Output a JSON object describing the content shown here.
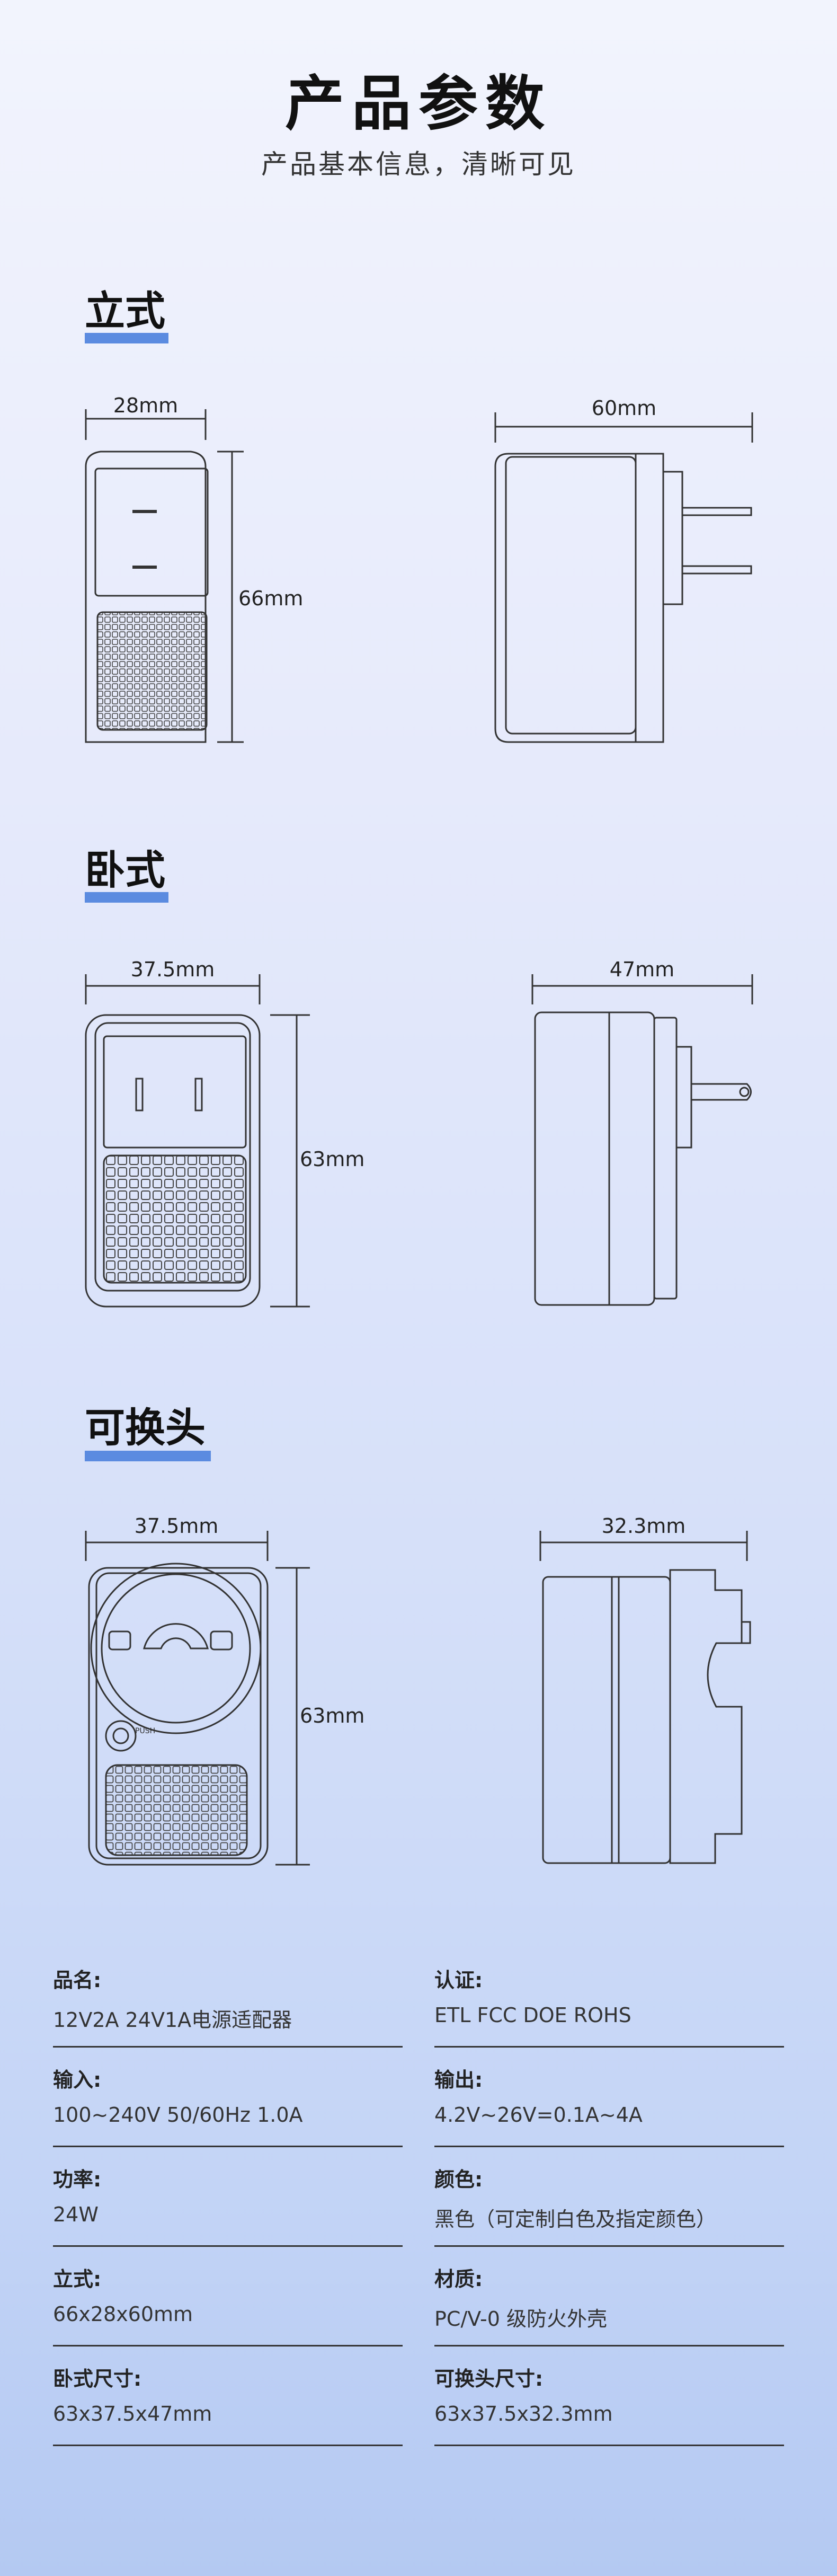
{
  "header": {
    "title": "产品参数",
    "subtitle": "产品基本信息，清晰可见"
  },
  "sections": {
    "upright": {
      "title": "立式",
      "width_label": "28mm",
      "height_label": "66mm",
      "depth_label": "60mm"
    },
    "horizontal": {
      "title": "卧式",
      "width_label": "37.5mm",
      "height_label": "63mm",
      "depth_label": "47mm"
    },
    "swappable": {
      "title": "可换头",
      "width_label": "37.5mm",
      "height_label": "63mm",
      "depth_label": "32.3mm",
      "plug_tag": "PUSH"
    }
  },
  "specs": [
    {
      "label": "品名:",
      "value": "12V2A 24V1A电源适配器"
    },
    {
      "label": "认证:",
      "value": "ETL FCC DOE ROHS"
    },
    {
      "label": "输入:",
      "value": "100~240V 50/60Hz 1.0A"
    },
    {
      "label": "输出:",
      "value": "4.2V~26V=0.1A~4A"
    },
    {
      "label": "功率:",
      "value": "24W"
    },
    {
      "label": "颜色:",
      "value": "黑色（可定制白色及指定颜色）"
    },
    {
      "label": "立式:",
      "value": "66x28x60mm"
    },
    {
      "label": "材质:",
      "value": "PC/V-0 级防火外壳"
    },
    {
      "label": "卧式尺寸:",
      "value": "63x37.5x47mm"
    },
    {
      "label": "可换头尺寸:",
      "value": "63x37.5x32.3mm"
    }
  ],
  "colors": {
    "accent_bar": "#5b8be0",
    "line": "#333333"
  }
}
